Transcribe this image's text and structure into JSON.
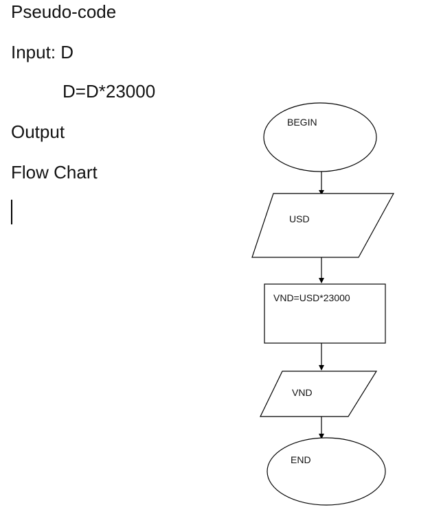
{
  "document": {
    "heading": "Pseudo-code",
    "input_line": "Input: D",
    "formula_line": "D=D*23000",
    "output_line": "Output",
    "flowchart_heading": "Flow Chart"
  },
  "flowchart": {
    "begin_label": "BEGIN",
    "input_label": "USD",
    "process_label": "VND=USD*23000",
    "output_label": "VND",
    "end_label": "END"
  }
}
